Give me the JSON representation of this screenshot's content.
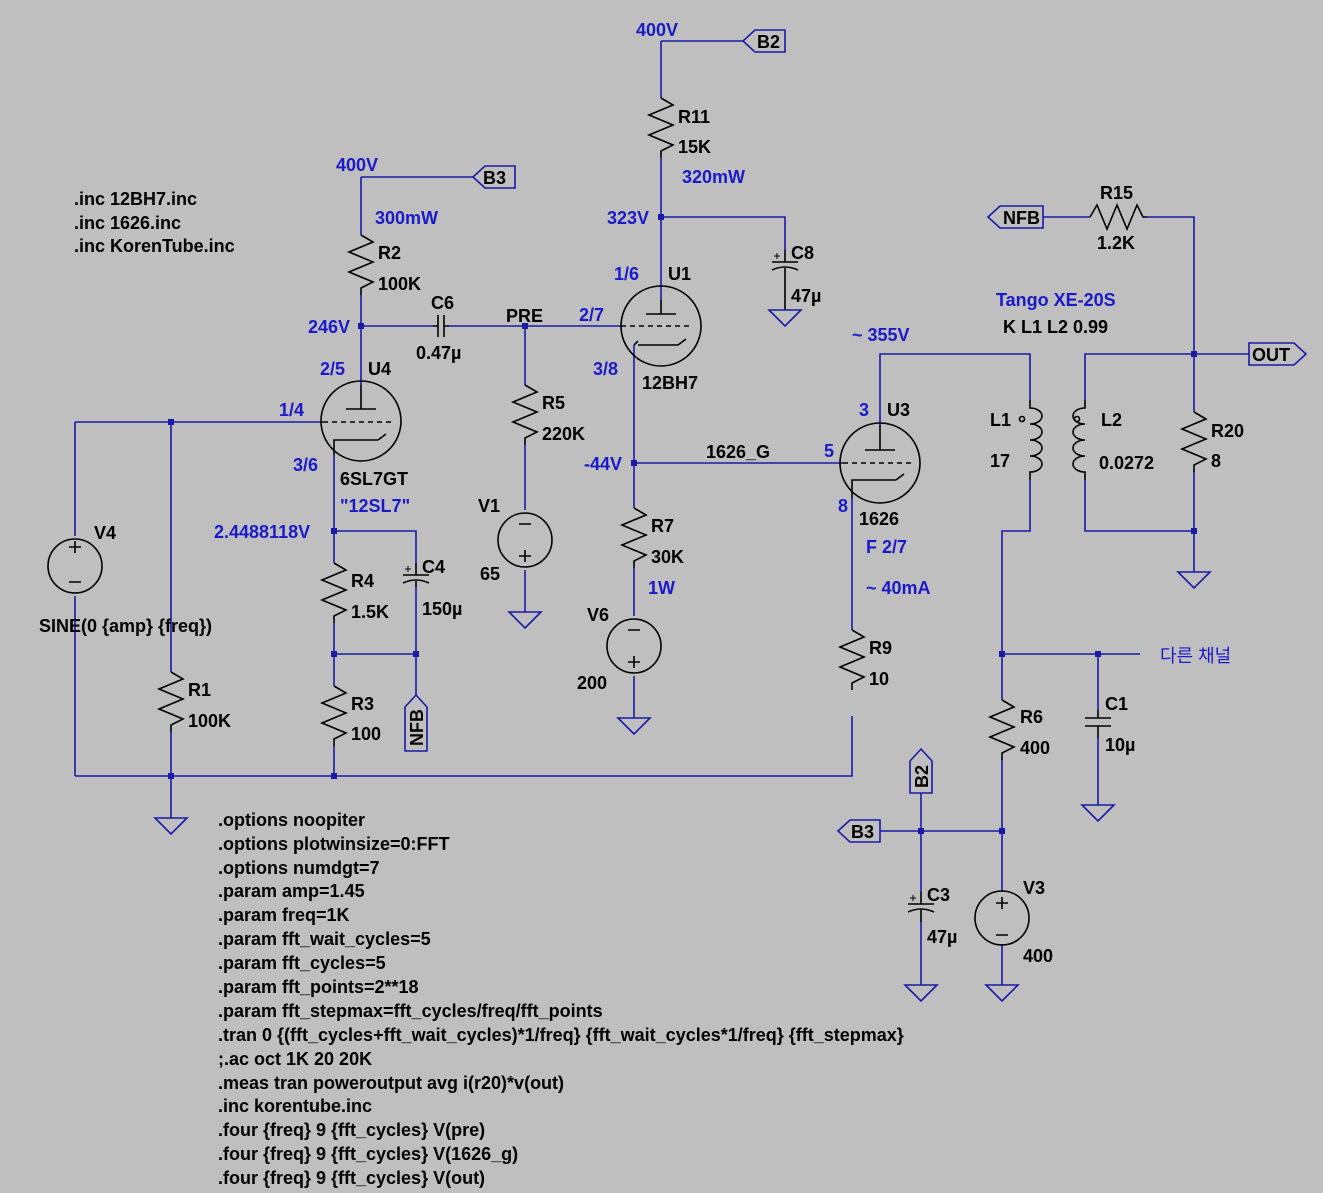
{
  "includes": [
    ".inc 12BH7.inc",
    ".inc 1626.inc",
    ".inc KorenTube.inc"
  ],
  "directives": [
    ".options noopiter",
    ".options plotwinsize=0:FFT",
    ".options numdgt=7",
    ".param amp=1.45",
    ".param freq=1K",
    ".param fft_wait_cycles=5",
    ".param fft_cycles=5",
    ".param fft_points=2**18",
    ".param fft_stepmax=fft_cycles/freq/fft_points",
    ".tran 0 {(fft_cycles+fft_wait_cycles)*1/freq} {fft_wait_cycles*1/freq} {fft_stepmax}",
    ";.ac oct 1K 20 20K",
    ".meas tran poweroutput avg i(r20)*v(out)",
    ".inc korentube.inc",
    ".four {freq} 9 {fft_cycles} V(pre)",
    ".four {freq} 9 {fft_cycles} V(1626_g)",
    ".four {freq} 9 {fft_cycles} V(out)"
  ],
  "flags": {
    "b2": "B2",
    "b3": "B3",
    "nfb": "NFB",
    "out": "OUT",
    "pre": "PRE",
    "g1626": "1626_G"
  },
  "voltages": {
    "v400a": "400V",
    "v400b": "400V",
    "v323": "323V",
    "v246": "246V",
    "vneg44": "-44V",
    "vcath": "2.4488118V",
    "v355": "~ 355V"
  },
  "annotations": {
    "p320": "320mW",
    "p300": "300mW",
    "p1w": "1W",
    "i40": "~ 40mA",
    "xfmr": "Tango XE-20S",
    "kline": "K L1 L2 0.99",
    "other": "다른 채널"
  },
  "components": {
    "R11": {
      "name": "R11",
      "value": "15K"
    },
    "R2": {
      "name": "R2",
      "value": "100K"
    },
    "R5": {
      "name": "R5",
      "value": "220K"
    },
    "R7": {
      "name": "R7",
      "value": "30K"
    },
    "R4": {
      "name": "R4",
      "value": "1.5K"
    },
    "R3": {
      "name": "R3",
      "value": "100"
    },
    "R1": {
      "name": "R1",
      "value": "100K"
    },
    "R9": {
      "name": "R9",
      "value": "10"
    },
    "R6": {
      "name": "R6",
      "value": "400"
    },
    "R15": {
      "name": "R15",
      "value": "1.2K"
    },
    "R20": {
      "name": "R20",
      "value": "8"
    },
    "C8": {
      "name": "C8",
      "value": "47µ"
    },
    "C6": {
      "name": "C6",
      "value": "0.47µ"
    },
    "C4": {
      "name": "C4",
      "value": "150µ"
    },
    "C1": {
      "name": "C1",
      "value": "10µ"
    },
    "C3": {
      "name": "C3",
      "value": "47µ"
    },
    "L1": {
      "name": "L1",
      "value": "17"
    },
    "L2": {
      "name": "L2",
      "value": "0.0272"
    },
    "V1": {
      "name": "V1",
      "value": "65"
    },
    "V6": {
      "name": "V6",
      "value": "200"
    },
    "V3": {
      "name": "V3",
      "value": "400"
    },
    "V4": {
      "name": "V4",
      "value": "SINE(0 {amp} {freq})"
    },
    "U1": {
      "name": "U1",
      "model": "12BH7",
      "pin_a": "1/6",
      "pin_g": "2/7",
      "pin_k": "3/8"
    },
    "U4": {
      "name": "U4",
      "model": "6SL7GT",
      "alias": "\"12SL7\"",
      "pin_a": "2/5",
      "pin_g": "1/4",
      "pin_k": "3/6"
    },
    "U3": {
      "name": "U3",
      "model": "1626",
      "filament": "F 2/7",
      "pin_a": "3",
      "pin_g": "5",
      "pin_k": "8"
    }
  }
}
